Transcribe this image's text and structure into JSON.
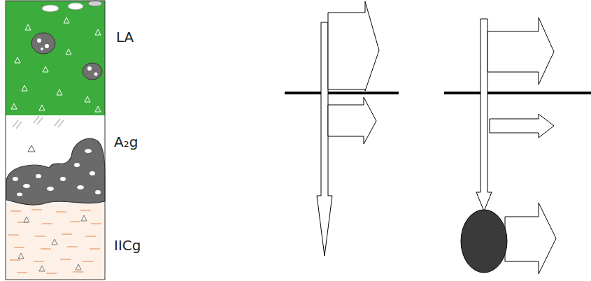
{
  "diagram": {
    "labels": [
      "LA",
      "A₂g",
      "IICg"
    ]
  }
}
